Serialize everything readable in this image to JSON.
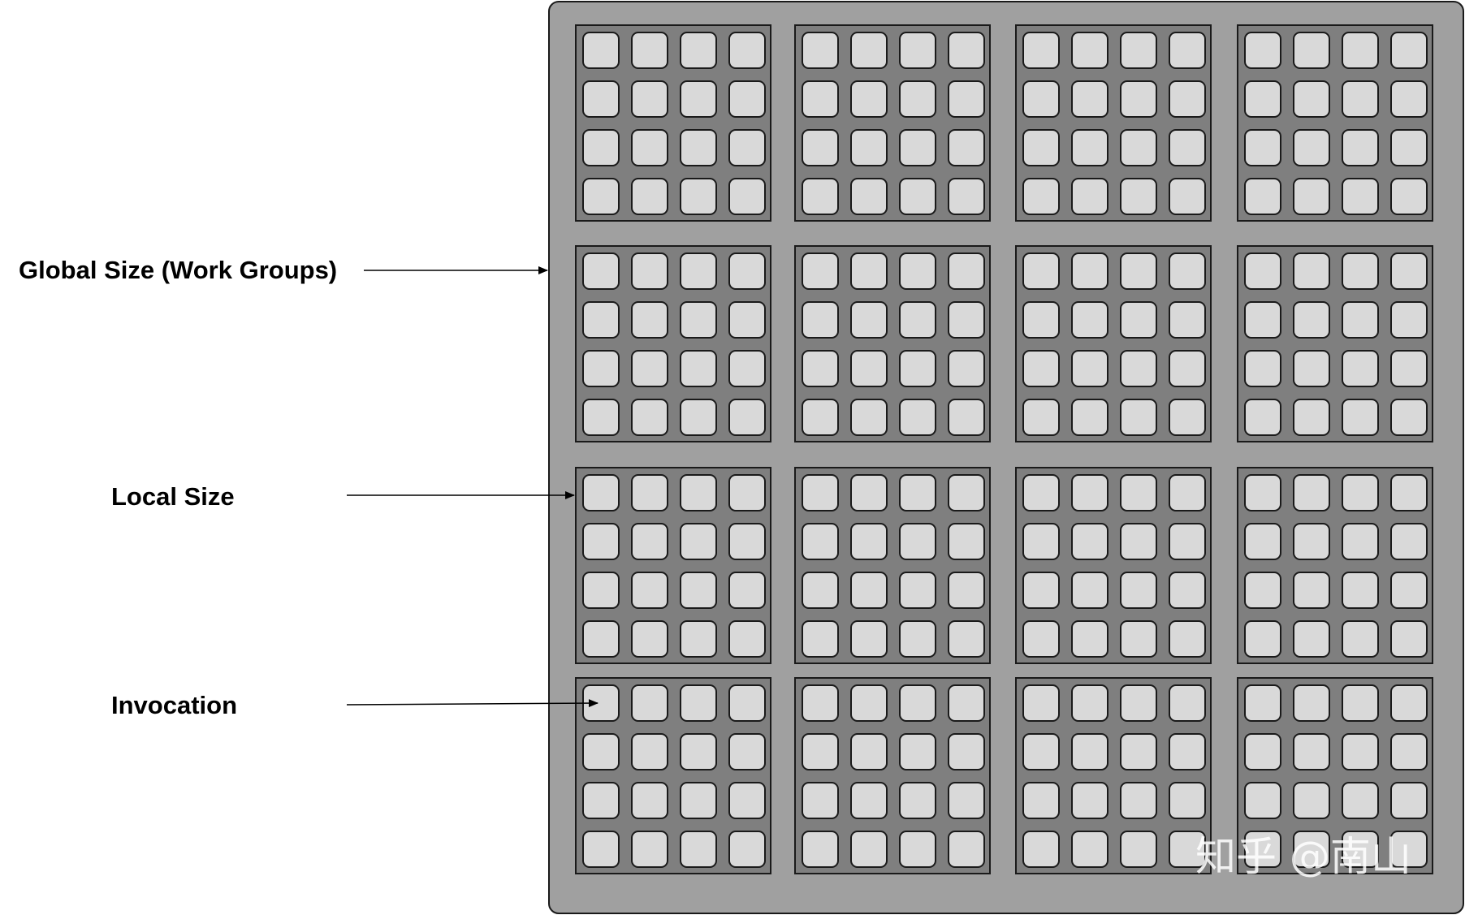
{
  "labels": {
    "global_size": "Global Size (Work Groups)",
    "local_size": "Local Size",
    "invocation": "Invocation"
  },
  "grid": {
    "work_group_rows": 4,
    "work_group_cols": 4,
    "invocation_rows": 4,
    "invocation_cols": 4
  },
  "watermark": "知乎 @南山",
  "colors": {
    "outer_fill": "#a0a0a0",
    "group_fill": "#7f7f7f",
    "cell_fill": "#d9d9d9",
    "stroke": "#1a1a1a"
  }
}
